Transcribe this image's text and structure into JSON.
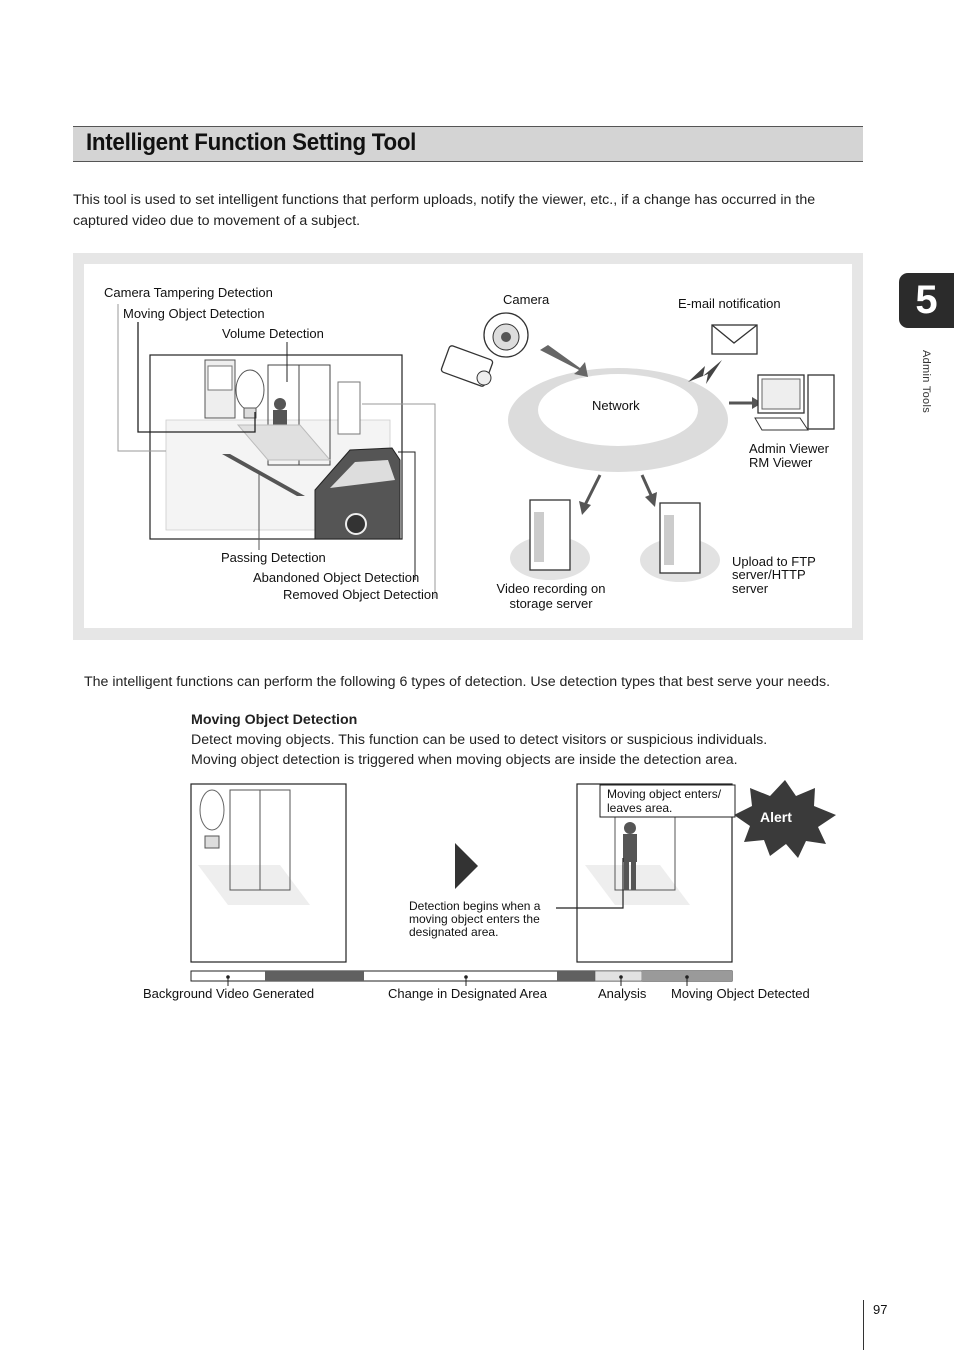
{
  "header": {
    "title": "Intelligent Function Setting Tool",
    "chapter_number": "5",
    "chapter_label": "Admin Tools"
  },
  "intro": {
    "line1": "This tool is used to set intelligent functions that perform uploads, notify the viewer, etc., if a change has occurred in the",
    "line2": "captured video due to movement of a subject."
  },
  "diagram": {
    "camera_tampering": "Camera Tampering Detection",
    "moving_object": "Moving Object Detection",
    "volume": "Volume Detection",
    "passing": "Passing Detection",
    "abandoned": "Abandoned Object Detection",
    "removed": "Removed Object Detection",
    "camera": "Camera",
    "email": "E-mail notification",
    "network": "Network",
    "admin_viewer": "Admin Viewer",
    "rm_viewer": "RM Viewer",
    "video_recording_1": "Video recording on",
    "video_recording_2": "storage server",
    "ftp_1": "Upload to FTP",
    "ftp_2": "server/HTTP",
    "ftp_3": "server"
  },
  "types_intro": "The intelligent functions can perform the following 6 types of detection. Use detection types that best serve your needs.",
  "section": {
    "heading": "Moving Object Detection",
    "body1": "Detect moving objects. This function can be used to detect visitors or suspicious individuals.",
    "body2": "Moving object detection is triggered when moving objects are inside the detection area."
  },
  "flow": {
    "callout_1": "Moving object enters/",
    "callout_2": "leaves area.",
    "alert": "Alert",
    "detection_note_1": "Detection begins when a",
    "detection_note_2": "moving object enters the",
    "detection_note_3": "designated area.",
    "timeline": [
      "Background Video Generated",
      "Change in Designated Area",
      "Analysis",
      "Moving Object Detected"
    ]
  },
  "footer": {
    "page_number": "97"
  }
}
